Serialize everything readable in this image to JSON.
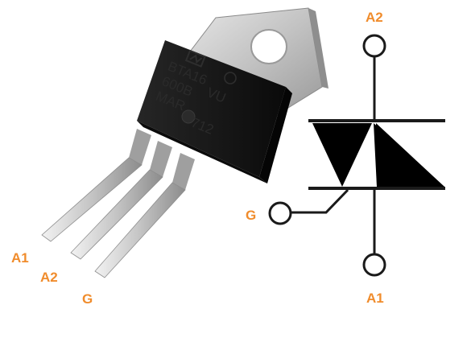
{
  "colors": {
    "label": "#f08c2c",
    "stroke": "#1a1a1a",
    "package_body": "#141414",
    "tab_metal": "#c9c9c9",
    "lead_metal": "#bdbdbd"
  },
  "component": {
    "markings": {
      "line1": "BTA16",
      "line2": "600B",
      "line3": "MAR",
      "side1": "VU",
      "side2": "712"
    }
  },
  "package_pins": {
    "a1": "A1",
    "a2": "A2",
    "g": "G"
  },
  "symbol_terminals": {
    "a2": "A2",
    "g": "G",
    "a1": "A1"
  }
}
